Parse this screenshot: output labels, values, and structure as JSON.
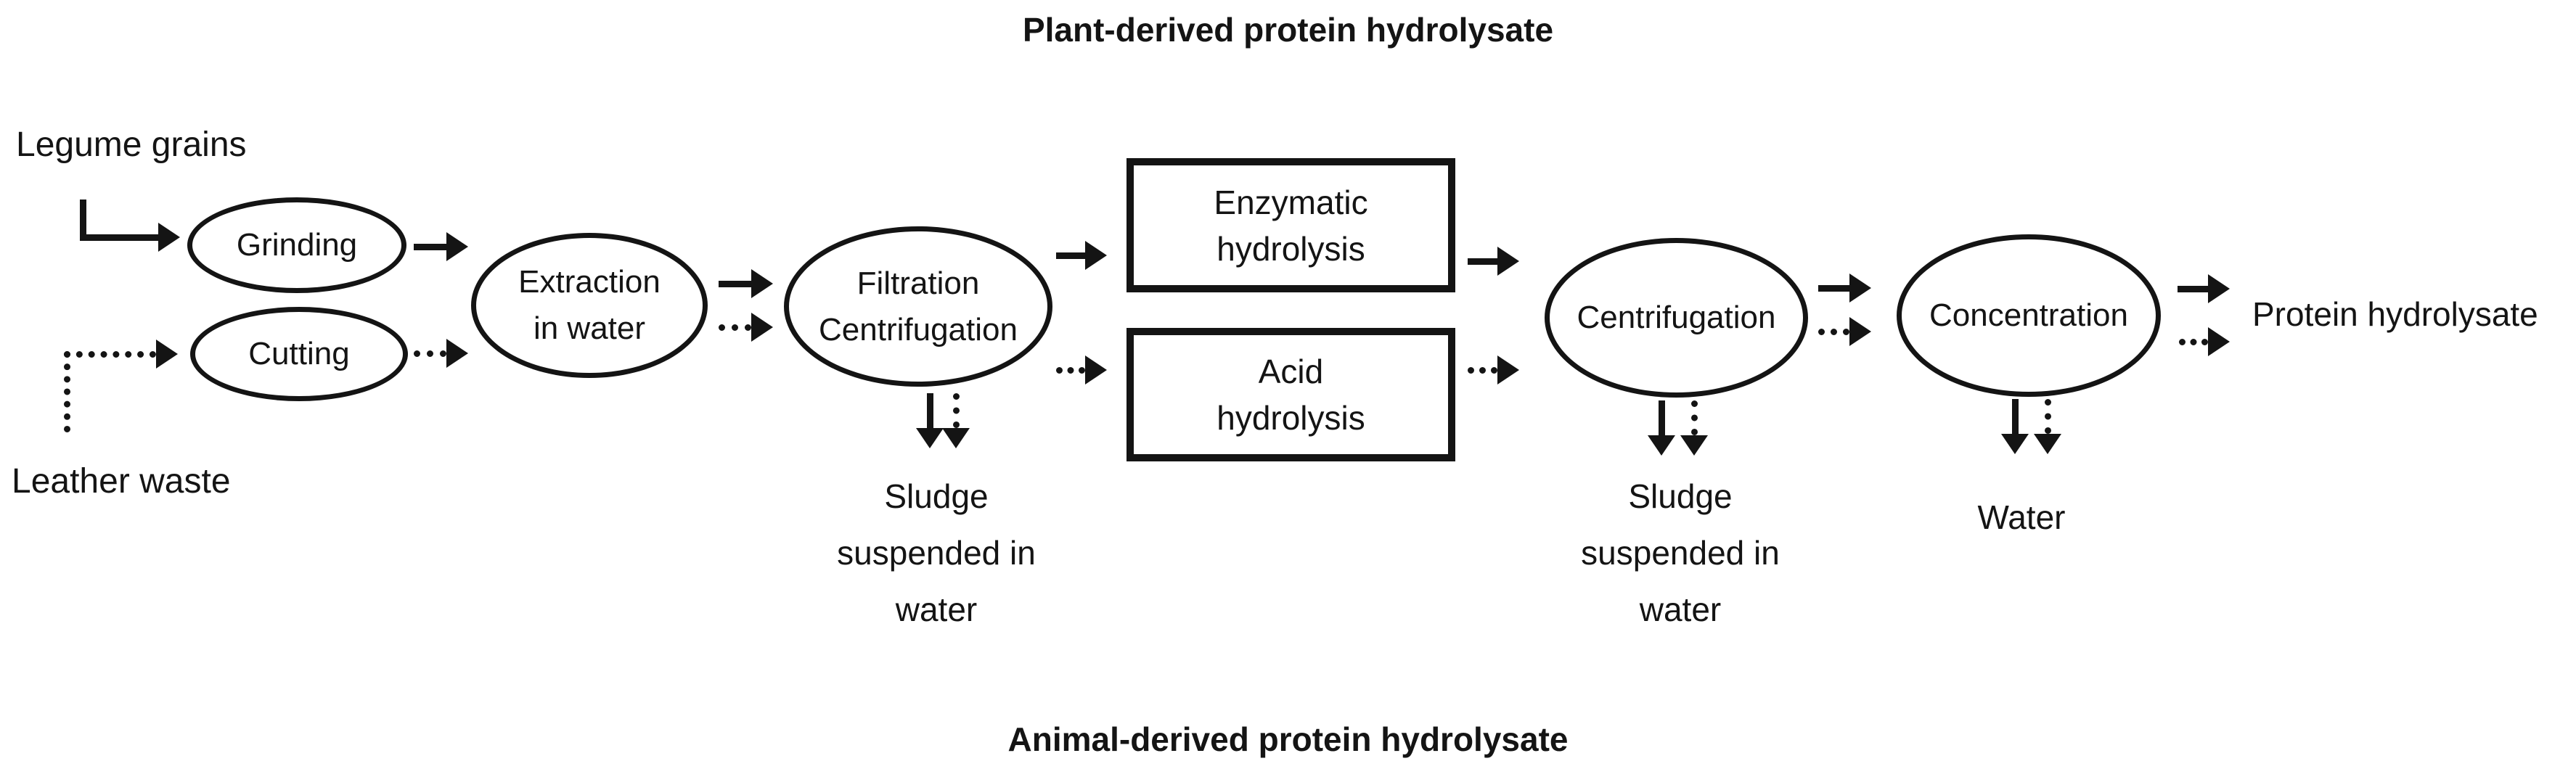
{
  "figure": {
    "top_title": "Plant-derived protein hydrolysate",
    "bottom_title": "Animal-derived protein hydrolysate"
  },
  "inputs": {
    "legume_grains": "Legume grains",
    "leather_waste": "Leather waste"
  },
  "process_nodes": {
    "grinding": {
      "label": "Grinding"
    },
    "cutting": {
      "label": "Cutting"
    },
    "extraction": {
      "line1": "Extraction",
      "line2": "in water"
    },
    "filtration": {
      "line1": "Filtration",
      "line2": "Centrifugation"
    },
    "enzymatic_hydrolysis": {
      "line1": "Enzymatic",
      "line2": "hydrolysis"
    },
    "acid_hydrolysis": {
      "line1": "Acid",
      "line2": "hydrolysis"
    },
    "centrifugation": {
      "label": "Centrifugation"
    },
    "concentration": {
      "label": "Concentration"
    }
  },
  "outputs": {
    "sludge_after_filtration": {
      "line1": "Sludge",
      "line2": "suspended in",
      "line3": "water"
    },
    "sludge_after_centrifugation": {
      "line1": "Sludge",
      "line2": "suspended in",
      "line3": "water"
    },
    "water": "Water",
    "protein_hydrolysate": "Protein hydrolysate"
  },
  "colors": {
    "ink": "#141414",
    "background": "#ffffff"
  }
}
